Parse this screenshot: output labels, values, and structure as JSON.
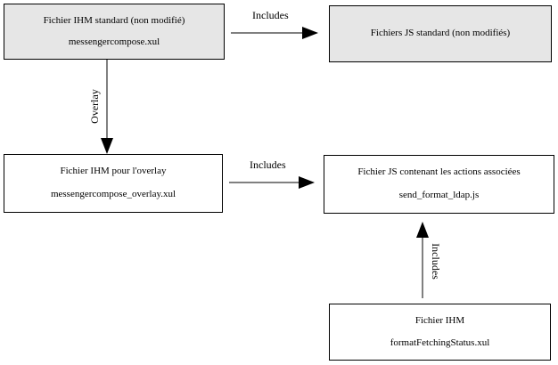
{
  "nodes": {
    "std_ui": {
      "line1": "Fichier IHM standard (non modifié)",
      "line2": "messengercompose.xul"
    },
    "std_js": {
      "line1": "Fichiers JS standard (non modifiés)"
    },
    "overlay_ui": {
      "line1": "Fichier IHM pour l'overlay",
      "line2": "messengercompose_overlay.xul"
    },
    "actions_js": {
      "line1": "Fichier JS contenant les actions associées",
      "line2": "send_format_ldap.js"
    },
    "fetch_ui": {
      "line1": "Fichier IHM",
      "line2": "formatFetchingStatus.xul"
    }
  },
  "edges": {
    "std_includes": "Includes",
    "overlay": "Overlay",
    "overlay_includes": "Includes",
    "fetch_includes": "Includes"
  },
  "colors": {
    "gray_fill": "#e6e6e6",
    "line": "#000000"
  }
}
